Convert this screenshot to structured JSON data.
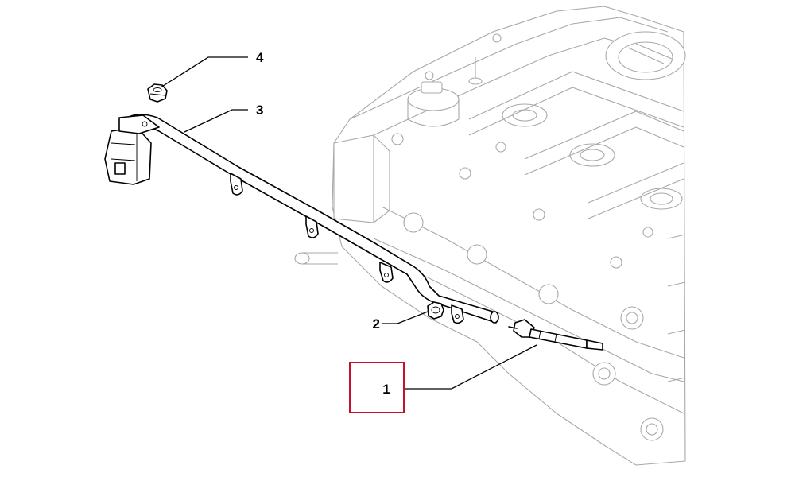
{
  "callouts": [
    {
      "id": "1",
      "label": "1",
      "highlighted": true
    },
    {
      "id": "2",
      "label": "2",
      "highlighted": false
    },
    {
      "id": "3",
      "label": "3",
      "highlighted": false
    },
    {
      "id": "4",
      "label": "4",
      "highlighted": false
    }
  ],
  "colors": {
    "highlight_box": "#c8102e",
    "linework": "#000000",
    "background_engine": "#a8a8a8"
  }
}
